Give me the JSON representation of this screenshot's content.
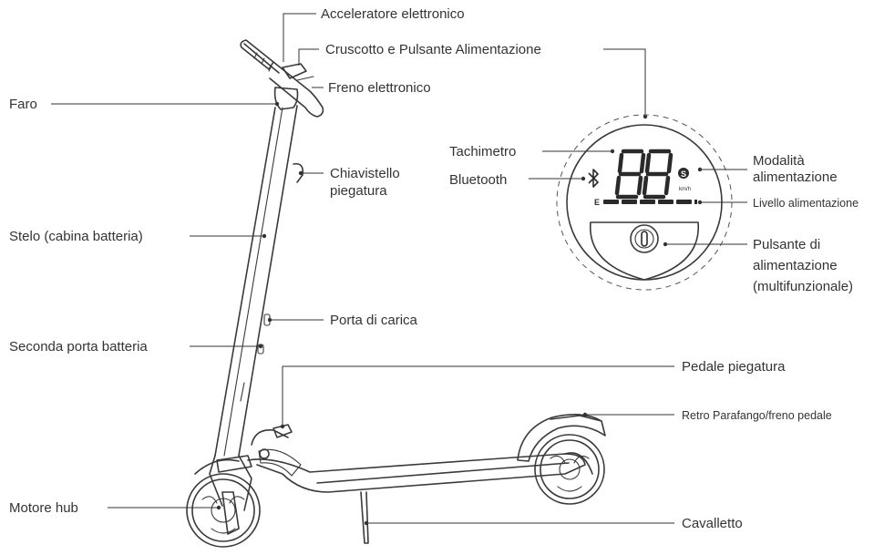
{
  "labels": {
    "acceleratore": "Acceleratore elettronico",
    "cruscotto": "Cruscotto e Pulsante Alimentazione",
    "freno": "Freno elettronico",
    "faro": "Faro",
    "chiavistello_1": "Chiavistello",
    "chiavistello_2": "piegatura",
    "stelo": "Stelo  (cabina batteria)",
    "porta_carica": "Porta di carica",
    "seconda_porta": "Seconda porta batteria",
    "pedale_piegatura": "Pedale piegatura",
    "retro_parafango": "Retro Parafango/freno pedale",
    "motore_hub": "Motore hub",
    "cavalletto": "Cavalletto",
    "tachimetro": "Tachimetro",
    "bluetooth": "Bluetooth",
    "modalita_1": "Modalità",
    "modalita_2": "alimentazione",
    "livello": "Livello alimentazione",
    "pulsante_1": "Pulsante di",
    "pulsante_2": "alimentazione",
    "pulsante_3": "(multifunzionale)"
  },
  "dashboard": {
    "speed_digits": "88",
    "speed_unit": "km/h",
    "mode_letter": "S",
    "battery_letter": "E",
    "battery_segments": 5
  }
}
